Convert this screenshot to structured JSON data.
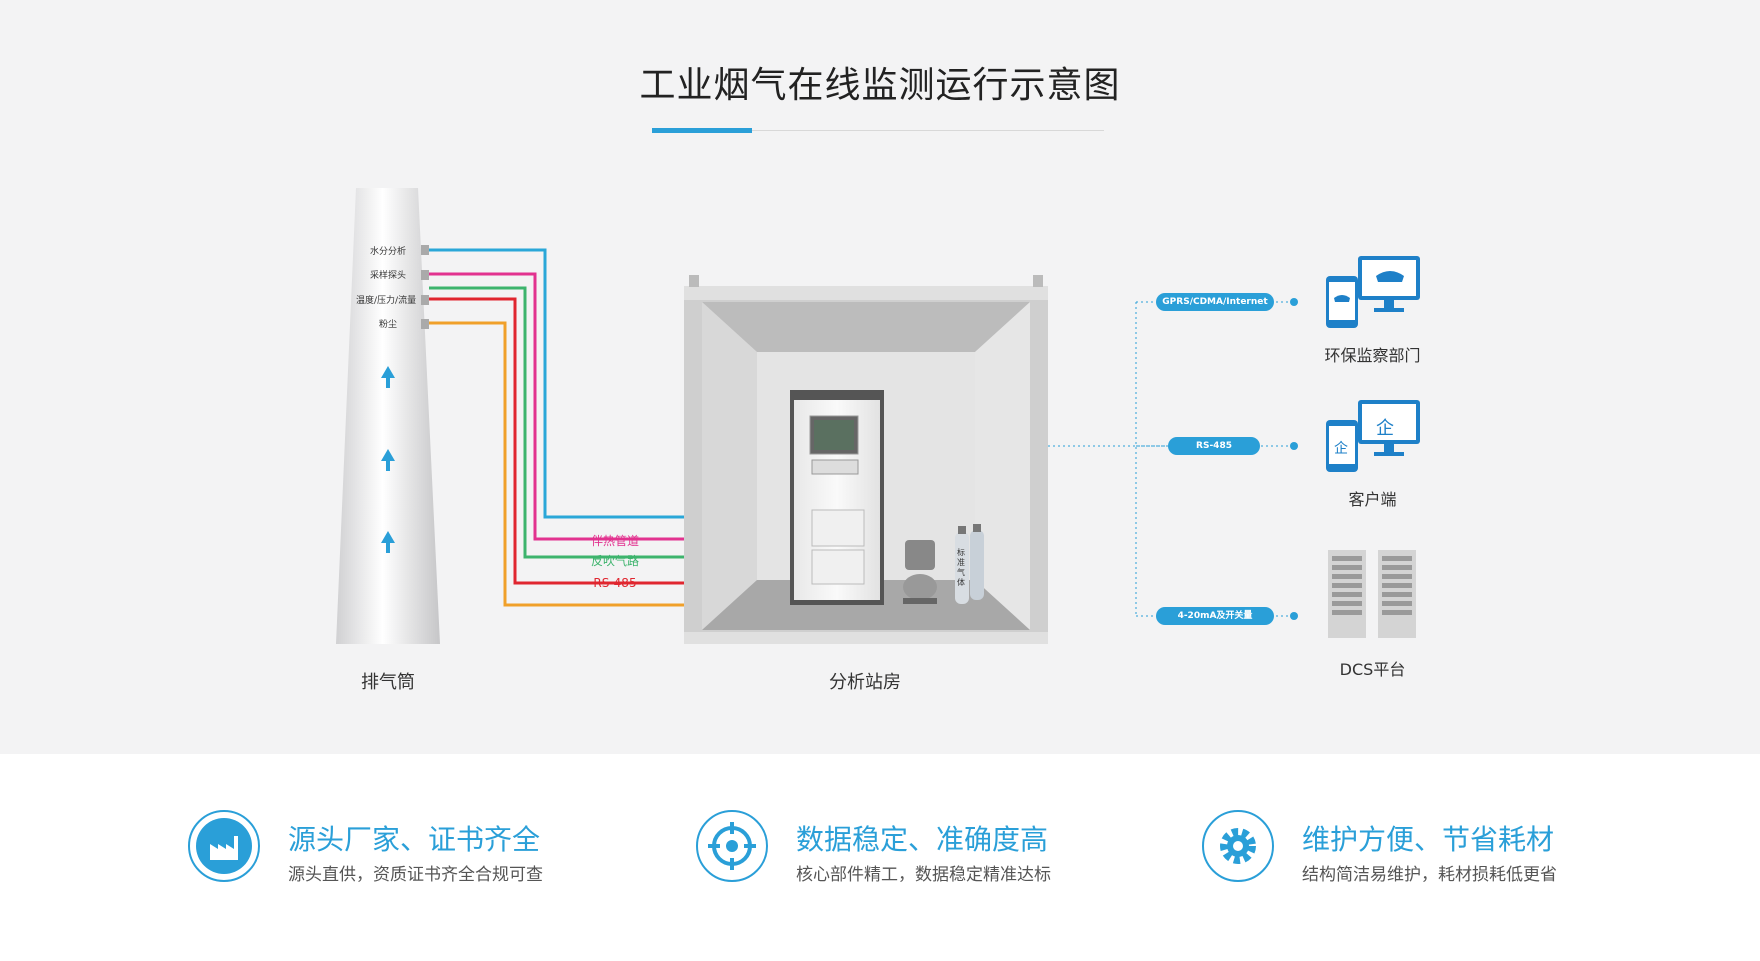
{
  "title": "工业烟气在线监测运行示意图",
  "chimney": {
    "label": "排气筒",
    "ports": [
      "水分分析",
      "采样探头",
      "温度/压力/流量",
      "粉尘"
    ]
  },
  "station": {
    "label": "分析站房",
    "pipes": [
      "伴热管道",
      "反吹气路",
      "RS-485"
    ],
    "gas_label": "标准气体"
  },
  "network": {
    "links": [
      "GPRS/CDMA/Internet",
      "RS-485",
      "4-20mA及开关量"
    ],
    "nodes": [
      "环保监察部门",
      "客户端",
      "DCS平台"
    ],
    "enterprise_char": "企"
  },
  "features": [
    {
      "title": "源头厂家、证书齐全",
      "desc": "源头直供，资质证书齐全合规可查",
      "icon": "factory-icon"
    },
    {
      "title": "数据稳定、准确度高",
      "desc": "核心部件精工，数据稳定精准达标",
      "icon": "target-icon"
    },
    {
      "title": "维护方便、节省耗材",
      "desc": "结构简洁易维护，耗材损耗低更省",
      "icon": "gear-icon"
    }
  ],
  "colors": {
    "accent": "#2a9fd8",
    "line_blue": "#2aa7d8",
    "line_magenta": "#e2328f",
    "line_green": "#3db46d",
    "line_red": "#e0262f",
    "line_orange": "#f0a02a"
  }
}
